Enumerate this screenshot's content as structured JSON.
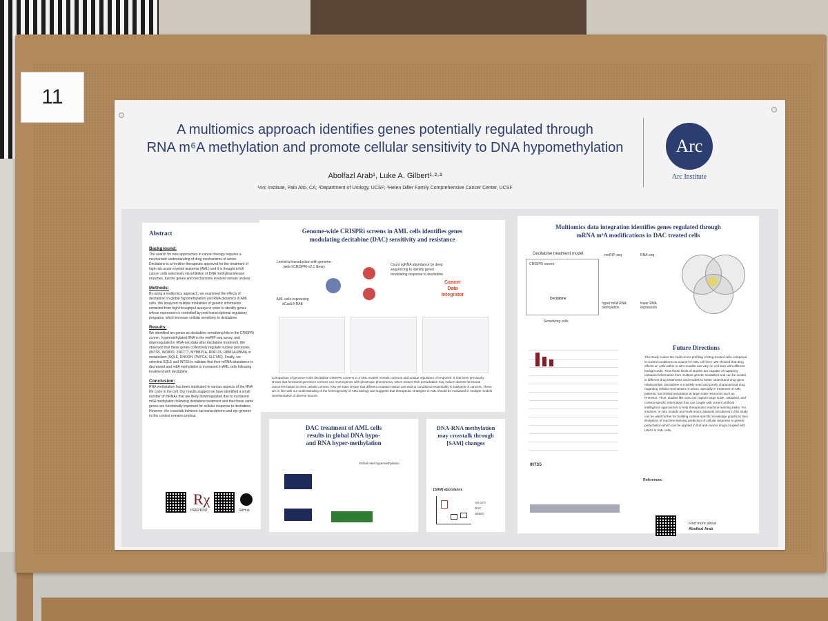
{
  "board": {
    "number_card": "11"
  },
  "poster": {
    "title_line1": "A multiomics approach identifies genes potentially regulated through",
    "title_line2": "RNA m⁶A methylation and promote cellular sensitivity to DNA hypomethylation",
    "authors": "Abolfazl Arab¹, Luke A. Gilbert¹·²·³",
    "affiliations": "¹Arc Institute, Palo Alto, CA; ²Department of Urology, UCSF; ³Helen Diller Family Comprehensive Cancer Center, UCSF",
    "logo_text": "Arc",
    "logo_name": "Arc Institute"
  },
  "abstract": {
    "title": "Abstract",
    "background_head": "Background:",
    "background_text": "The search for new approaches in cancer therapy requires a mechanistic understanding of drug mechanisms of action. Decitabine is a frontline therapeutic approved for the treatment of high-risk acute myeloid leukemia (AML) and it is thought to kill cancer cells selectively via inhibition of DNA methyltransferase enzymes, but the genes and mechanisms involved remain unclear.",
    "methods_head": "Methods:",
    "methods_text": "By using a multiomics approach, we examined the effects of decitabine on global hypomethylation and RNA dynamics in AML cells. We analyzed multiple modalities of genetic information extracted from high throughput assays in order to identify genes whose expression is controlled by post-transcriptional regulatory programs, which increase cellular sensitivity to decitabine.",
    "results_head": "Results:",
    "results_text": "We identified ten genes as decitabine sensitizing hits in the CRISPRi screen, hypermethylated RNA in the meRIP-seq assay, and downregulated in RNA-seq data after decitabine treatment. We observed that these genes collectively regulate nuclear processes (INTS5, INO80D, ZNF777, MYBBP1A, RNF126, RBM14-RBM4) or metabolism (SQLE, DHODH, PMPCA, SLC7A6). Finally, we selected SQLE and INTS5 to validate that their mRNA abundance is decreased and m6A methylation is increased in AML cells following treatment with decitabine.",
    "conclusion_head": "Conclusion:",
    "conclusion_text": "RNA methylation has been implicated in various aspects of the RNA life cycle in the cell. Our results suggest we have identified a small number of mRNAs that are likely downregulated due to increased m6A methylation following decitabine treatment and that these same genes are functionally important for cellular response to decitabine. However, the crosstalk between epi-transcriptome and epi-genome in this context remains unclear.",
    "preprint_label": "PREPRINT",
    "github_label": "GitHub"
  },
  "crispri": {
    "title_line1": "Genome-wide CRISPRi screens in AML cells identifies genes",
    "title_line2": "modulating decitabine (DAC) sensitivity and resistance",
    "step1": "Lentiviral transduction with genome-wide hCRISPRi-v2.1 library",
    "step2": "AML cells expressing dCas9-KRAB",
    "step3": "Count sgRNA abundance by deep sequencing to identify genes modulating response to decitabine",
    "cdi_line1": "Cancer",
    "cdi_line2": "Data",
    "cdi_line3": "Integrator",
    "caption": "Comparison of genome-scale decitabine CRISPRi screens in 3 AML models reveals common and unique regulators of response. It has been previously shown that functional genomics screens can reveal genes with pleiotropic phenomena, which means their perturbation may induce diverse functional outcomes based on their cellular context. Also we have shown that different mutation status can lead to conditional essentiality in subtypes of cancers. These are in line with our understanding of the heterogeneity of AML biology and suggests that therapeutic strategies in AML should be evaluated in multiple models representative of diverse tumors."
  },
  "dac": {
    "title_line1": "DAC treatment of AML cells",
    "title_line2": "results in global DNA hypo-",
    "title_line3": "and RNA hyper-methylation",
    "label_global": "Global m6A hypermethylation"
  },
  "sam": {
    "title_line1": "DNA-RNA methylation",
    "title_line2": "may crosstalk through",
    "title_line3": "[SAM] changes",
    "chart_label": "[SAM] abundance",
    "legend": [
      "AG-270",
      "DAC",
      "DMSO"
    ]
  },
  "multiomics": {
    "title_line1": "Multiomics data integration identifies genes regulated through",
    "title_line2": "mRNA m⁶A modifications in DAC treated cells",
    "model_label": "Decitabine treatment model",
    "crispri_label": "CRISPRi screen",
    "decitabine": "Decitabine",
    "sensitizing": "Sensitizing cells",
    "merip": "meRIP-seq",
    "rnaseq": "RNA-seq",
    "hyper": "hyper m6A RNA methylation",
    "lower": "lower RNA expression",
    "ints5": "INTS5"
  },
  "future": {
    "title": "Future Directions",
    "text": "This study scales the multi-omics profiling of drug-treated cells compared to control conditions on a panel of AML cell lines. We showed that drug effects on cells within in-vitro models can vary on cell lines with different backgrounds. Thus these kinds of studies are capable of capturing unbiased information from multiple genetic modalities and can be scaled in different drug treatments and models to better understand drug-gene relationships. Decitabine is a widely used and poorly characterized drug regarding cellular mechanism of action, specially in treatment of AML patients, has limited annotation at large scale resources such as PrimeKG. Thus, studies like ours can capture large scale, unbiased, and context-specific information that can couple with current artificial intelligence approaches to help therapeutics machine learning tasks. For instance, in vitro models and multi-omics datasets introduced in this study can be used further for building context-specific knowledge graphs to face limitations of machine learning prediction of cellular response to genetic perturbation which can be applied to find anti-cancer drugs coupled with HMAs in AML cells.",
    "references": "References:",
    "find_more": "Find more about",
    "find_name": "Abolfazl Arab"
  }
}
